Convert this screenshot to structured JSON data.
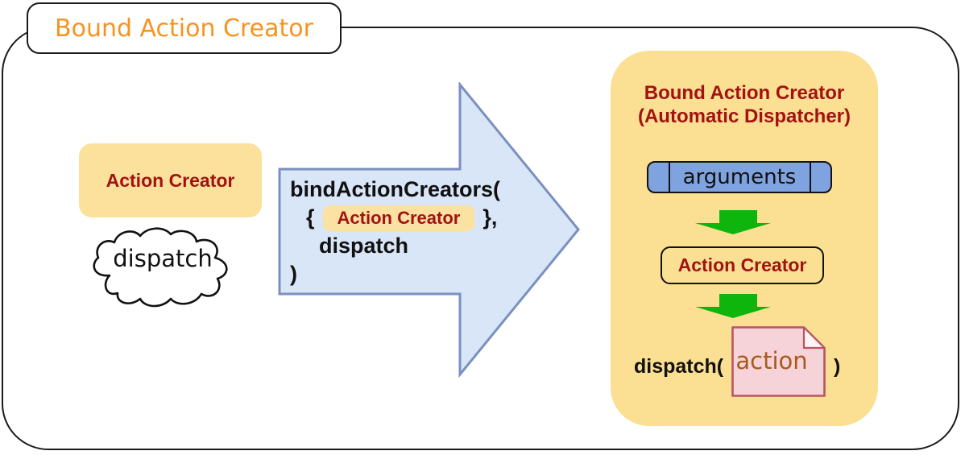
{
  "title_badge": "Bound Action Creator",
  "left": {
    "action_creator": "Action Creator",
    "cloud_label": "dispatch"
  },
  "arrow": {
    "line1": "bindActionCreators(",
    "open_brace": "{",
    "highlight": "Action Creator",
    "close_brace": "},",
    "line3": "dispatch",
    "line4": ")"
  },
  "panel": {
    "title_line1": "Bound Action Creator",
    "title_line2": "(Automatic Dispatcher)",
    "arguments_label": "arguments",
    "action_creator": "Action Creator",
    "dispatch_open": "dispatch(",
    "action_label": "action",
    "dispatch_close": ")"
  },
  "colors": {
    "accent_orange": "#F7931E",
    "dark_red": "#A31212",
    "panel_yellow": "#FBDF92",
    "box_yellow": "#FBE19C",
    "arrow_fill": "#D9E6F7",
    "arrow_stroke": "#7A90BE",
    "green": "#0DB50D",
    "arguments_blue": "#7FA3DF",
    "doc_pink_fill": "#F5D3D9",
    "doc_pink_stroke": "#B85560",
    "action_text": "#A85A1E",
    "outline_black": "#1A1A1A"
  }
}
